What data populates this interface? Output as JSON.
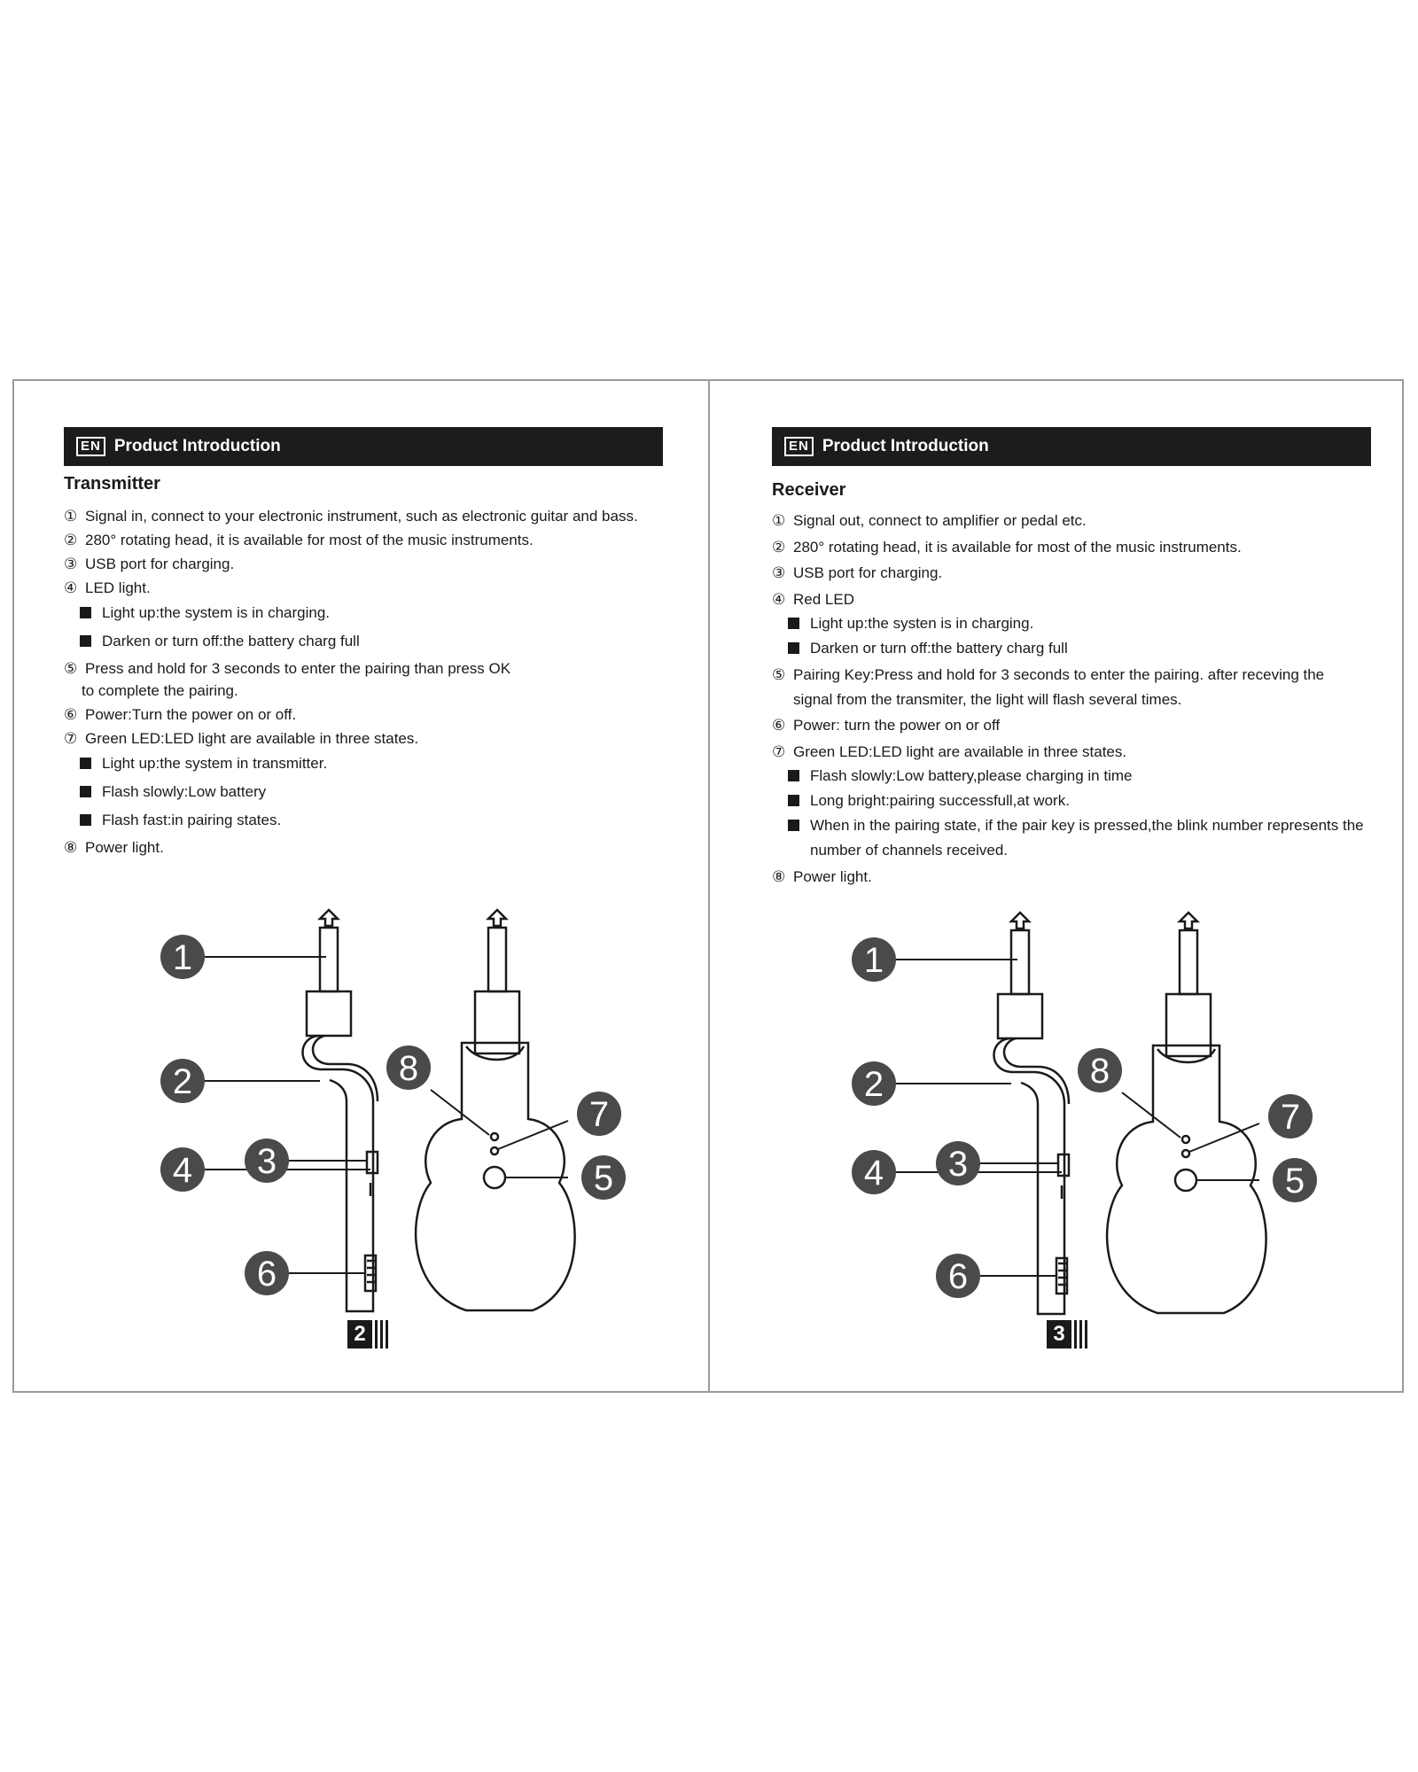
{
  "left_page": {
    "lang": "EN",
    "header": "Product Introduction",
    "section": "Transmitter",
    "items": [
      {
        "num": "①",
        "text": "Signal in, connect to your electronic instrument, such as electronic guitar and bass."
      },
      {
        "num": "②",
        "text": "280°  rotating head, it is available for most of the music instruments."
      },
      {
        "num": "③",
        "text": "USB port for charging."
      },
      {
        "num": "④",
        "text": "LED light."
      },
      {
        "sub": "Light up:the system is in charging."
      },
      {
        "sub": "Darken or turn off:the battery charg full"
      },
      {
        "num": "⑤",
        "text": "Press and hold for 3 seconds to enter the pairing than press OK",
        "cont": "to complete the pairing."
      },
      {
        "num": "⑥",
        "text": "Power:Turn the power on or off."
      },
      {
        "num": "⑦",
        "text": "Green LED:LED light are available in three states."
      },
      {
        "sub": "Light up:the system in transmitter."
      },
      {
        "sub": "Flash slowly:Low battery"
      },
      {
        "sub": "Flash fast:in pairing states."
      },
      {
        "num": "⑧",
        "text": "Power light."
      }
    ],
    "callouts": [
      "1",
      "2",
      "3",
      "4",
      "5",
      "6",
      "7",
      "8"
    ],
    "page_number": "2"
  },
  "right_page": {
    "lang": "EN",
    "header": "Product Introduction",
    "section": "Receiver",
    "items": [
      {
        "num": "①",
        "text": "Signal out, connect to amplifier or pedal etc."
      },
      {
        "num": "②",
        "text": "280°  rotating head, it is available for most of the music instruments."
      },
      {
        "num": "③",
        "text": "USB port for charging."
      },
      {
        "num": "④",
        "text": "Red LED"
      },
      {
        "sub": "Light up:the systen is in charging."
      },
      {
        "sub": "Darken or turn off:the battery charg full"
      },
      {
        "num": "⑤",
        "text": "Pairing Key:Press and hold for 3 seconds to enter the pairing. after receving the signal from the transmiter, the light will flash several times."
      },
      {
        "num": "⑥",
        "text": "Power: turn the power on or off"
      },
      {
        "num": "⑦",
        "text": "Green LED:LED light are available in three states."
      },
      {
        "sub": "Flash slowly:Low battery,please charging in time"
      },
      {
        "sub": "Long bright:pairing successfull,at work."
      },
      {
        "sub": "When in the pairing state, if the pair key is pressed,the blink number represents the number of channels received."
      },
      {
        "num": "⑧",
        "text": "Power light."
      }
    ],
    "callouts": [
      "1",
      "2",
      "3",
      "4",
      "5",
      "6",
      "7",
      "8"
    ],
    "page_number": "3"
  },
  "colors": {
    "ink": "#1a1a1a",
    "callout_fill": "#4a4a4a",
    "border": "#9a9a9a"
  }
}
